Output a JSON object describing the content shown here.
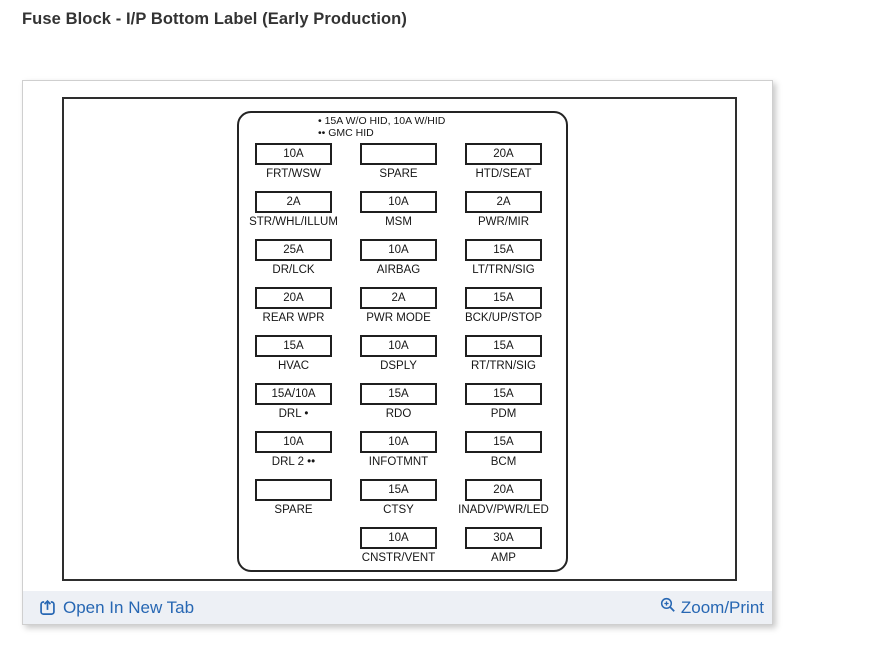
{
  "page": {
    "title": "Fuse Block - I/P Bottom Label (Early Production)"
  },
  "diagram": {
    "legend": {
      "line1": "• 15A W/O HID, 10A W/HID",
      "line2": "•• GMC HID"
    },
    "rows": [
      {
        "cells": [
          {
            "amp": "10A",
            "label": "FRT/WSW"
          },
          {
            "amp": "",
            "label": "SPARE"
          },
          {
            "amp": "20A",
            "label": "HTD/SEAT"
          }
        ]
      },
      {
        "cells": [
          {
            "amp": "2A",
            "label": "STR/WHL/ILLUM"
          },
          {
            "amp": "10A",
            "label": "MSM"
          },
          {
            "amp": "2A",
            "label": "PWR/MIR"
          }
        ]
      },
      {
        "cells": [
          {
            "amp": "25A",
            "label": "DR/LCK"
          },
          {
            "amp": "10A",
            "label": "AIRBAG"
          },
          {
            "amp": "15A",
            "label": "LT/TRN/SIG"
          }
        ]
      },
      {
        "cells": [
          {
            "amp": "20A",
            "label": "REAR WPR"
          },
          {
            "amp": "2A",
            "label": "PWR MODE"
          },
          {
            "amp": "15A",
            "label": "BCK/UP/STOP"
          }
        ]
      },
      {
        "cells": [
          {
            "amp": "15A",
            "label": "HVAC"
          },
          {
            "amp": "10A",
            "label": "DSPLY"
          },
          {
            "amp": "15A",
            "label": "RT/TRN/SIG"
          }
        ]
      },
      {
        "cells": [
          {
            "amp": "15A/10A",
            "label": "DRL •"
          },
          {
            "amp": "15A",
            "label": "RDO"
          },
          {
            "amp": "15A",
            "label": "PDM"
          }
        ]
      },
      {
        "cells": [
          {
            "amp": "10A",
            "label": "DRL 2 ••"
          },
          {
            "amp": "10A",
            "label": "INFOTMNT"
          },
          {
            "amp": "15A",
            "label": "BCM"
          }
        ]
      },
      {
        "cells": [
          {
            "amp": "",
            "label": "SPARE"
          },
          {
            "amp": "15A",
            "label": "CTSY"
          },
          {
            "amp": "20A",
            "label": "INADV/PWR/LED"
          }
        ]
      },
      {
        "cells": [
          null,
          {
            "amp": "10A",
            "label": "CNSTR/VENT"
          },
          {
            "amp": "30A",
            "label": "AMP"
          }
        ]
      }
    ]
  },
  "footer": {
    "open_in_new_tab_label": "Open In New Tab",
    "zoom_print_label": "Zoom/Print"
  },
  "colors": {
    "link_blue": "#2767b3",
    "title_text": "#333333",
    "footer_bg": "#edf0f5",
    "diagram_line": "#242424"
  }
}
